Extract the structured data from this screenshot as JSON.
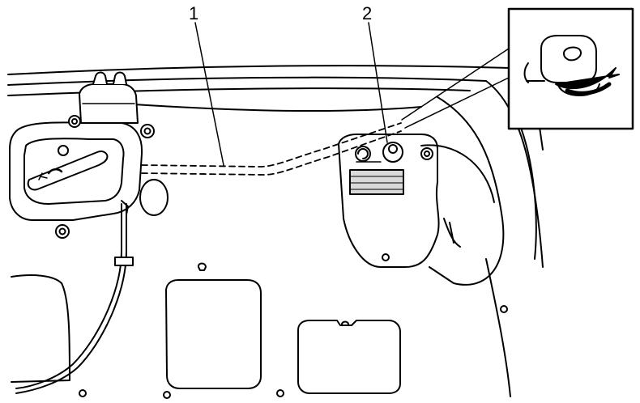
{
  "callouts": [
    {
      "id": "1",
      "label": "1",
      "target": "release-cable"
    },
    {
      "id": "2",
      "label": "2",
      "target": "retainer-clip"
    }
  ],
  "parts": {
    "latch_handle": "fuel-door-release-handle",
    "cable": "release-cable",
    "clip": "cable-retainer-clip",
    "detail_view": "clip-rotation-detail"
  },
  "colors": {
    "line": "#000000",
    "fill": "#ffffff",
    "shade": "#d9d9d9"
  }
}
